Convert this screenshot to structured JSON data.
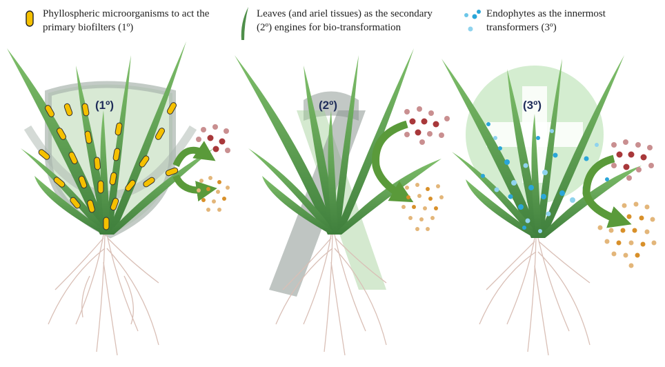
{
  "legend": {
    "primary": "Phyllospheric microorganisms to act the primary biofilters (1º)",
    "secondary": "Leaves (and ariel tissues) as the secondary (2º) engines for bio-transformation",
    "tertiary": "Endophytes as the innermost transformers (3º)"
  },
  "panels": [
    {
      "label": "(1º)",
      "icon": "shield-icon"
    },
    {
      "label": "(2º)",
      "icon": "ribbon-icon"
    },
    {
      "label": "(3º)",
      "icon": "cross-icon"
    }
  ],
  "colors": {
    "leaf": "#4f8f4a",
    "leaf_light": "#8fc48a",
    "microbe": "#f5c000",
    "endophyte": "#2aa6d8",
    "root": "#d9bfb6",
    "pollutant": "#a8383a",
    "product": "#d8902a",
    "arrow": "#5a9a3a",
    "label": "#1f2d5a"
  }
}
